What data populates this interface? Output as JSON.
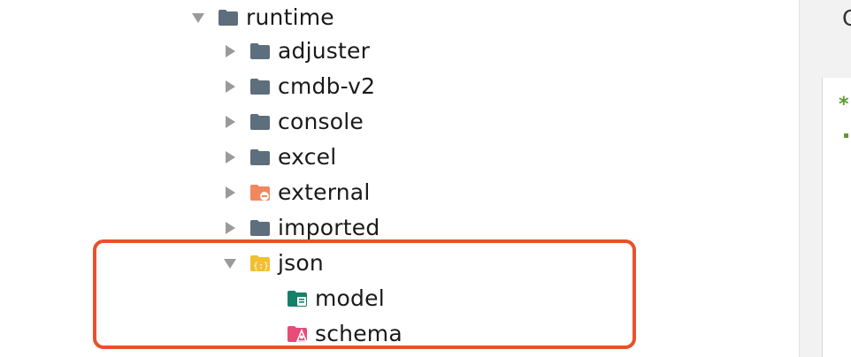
{
  "colors": {
    "folder": "#5d6e7c",
    "external": "#f2875e",
    "json": "#f0c030",
    "model": "#16806b",
    "schema": "#e84a7a",
    "highlight": "#e8512c",
    "arrow": "#9a9a9a"
  },
  "panel": {
    "letter": "C",
    "marker": "*"
  },
  "tree": [
    {
      "label": "runtime",
      "icon": "folder-icon",
      "expanded": true,
      "arrow": "down"
    },
    {
      "label": "adjuster",
      "icon": "folder-icon",
      "arrow": "right"
    },
    {
      "label": "cmdb-v2",
      "icon": "folder-icon",
      "arrow": "right"
    },
    {
      "label": "console",
      "icon": "folder-icon",
      "arrow": "right"
    },
    {
      "label": "excel",
      "icon": "folder-icon",
      "arrow": "right"
    },
    {
      "label": "external",
      "icon": "excluded-folder-icon",
      "arrow": "right"
    },
    {
      "label": "imported",
      "icon": "folder-icon",
      "arrow": "right"
    },
    {
      "label": "json",
      "icon": "json-folder-icon",
      "expanded": true,
      "arrow": "down"
    },
    {
      "label": "model",
      "icon": "model-folder-icon",
      "arrow": "none"
    },
    {
      "label": "schema",
      "icon": "schema-folder-icon",
      "arrow": "none"
    }
  ]
}
